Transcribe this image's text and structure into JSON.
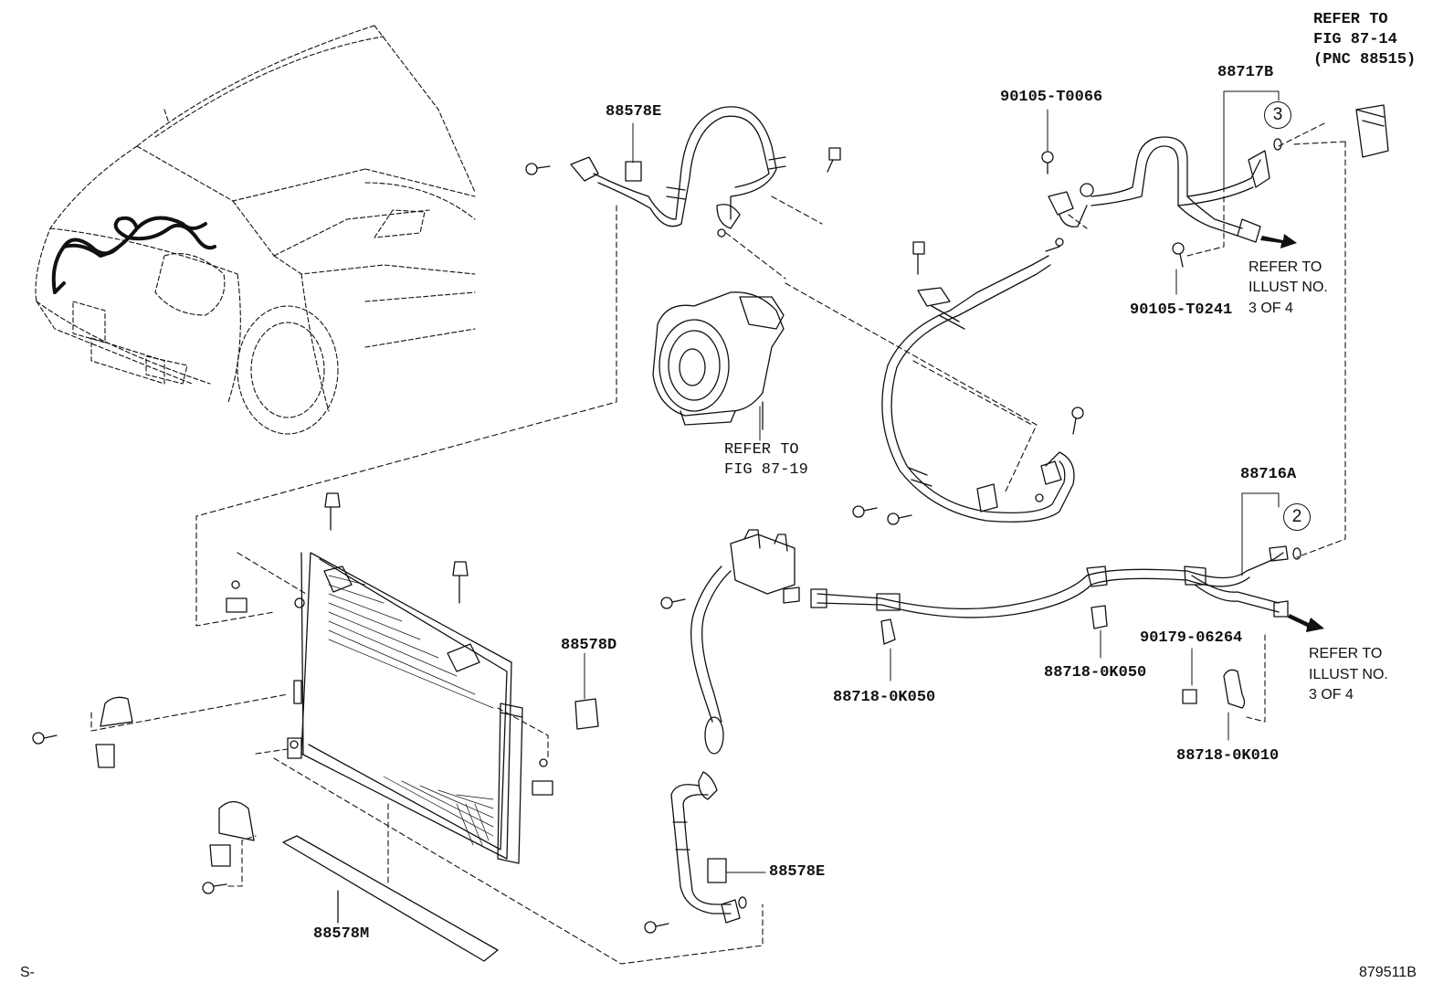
{
  "labels": {
    "p_88578E_top": "88578E",
    "p_88578D": "88578D",
    "p_88578E_bottom": "88578E",
    "p_88578M": "88578M",
    "p_90105_T0066": "90105-T0066",
    "p_88717B": "88717B",
    "p_90105_T0241": "90105-T0241",
    "p_88716A": "88716A",
    "p_90179_06264": "90179-06264",
    "p_88718_0K050_a": "88718-0K050",
    "p_88718_0K050_b": "88718-0K050",
    "p_88718_0K010": "88718-0K010",
    "refer_fig_87_19_l1": "REFER TO",
    "refer_fig_87_19_l2": "FIG 87-19",
    "refer_fig_87_14_l1": "REFER TO",
    "refer_fig_87_14_l2": "FIG 87-14",
    "refer_fig_87_14_l3": "(PNC 88515)",
    "refer_illust_top_l1": "REFER TO",
    "refer_illust_top_l2": "ILLUST NO.",
    "refer_illust_top_l3": "3 OF 4",
    "refer_illust_bottom_l1": "REFER TO",
    "refer_illust_bottom_l2": "ILLUST NO.",
    "refer_illust_bottom_l3": "3 OF 4",
    "callout_3": "3",
    "callout_2": "2",
    "corner_left": "S-",
    "figure_id": "879511B"
  }
}
